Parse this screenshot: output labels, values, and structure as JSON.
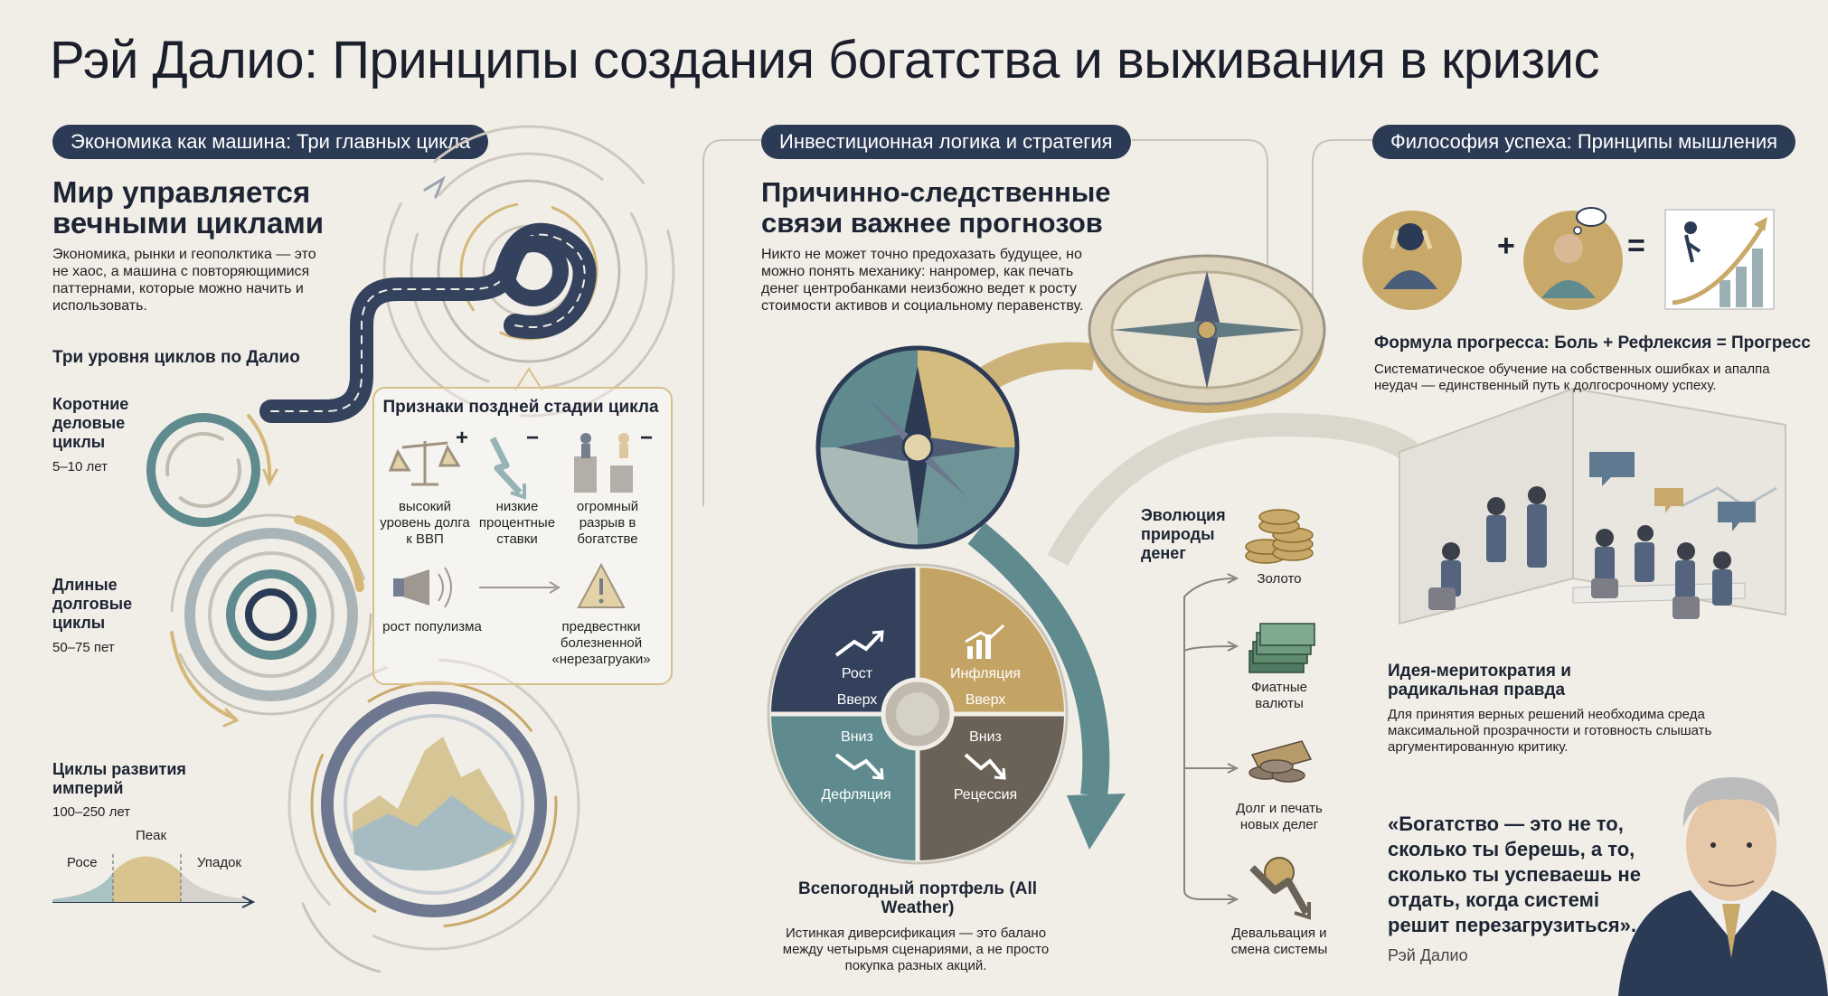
{
  "title": "Рэй Далио: Принципы создания богатства и выживания в кризис",
  "pills": {
    "economy": "Экономика как машина: Три главных цикла",
    "invest": "Инвестиционная логика и стратегия",
    "philosophy": "Философия успеха: Принципы мышления"
  },
  "left": {
    "heading": "Мир управляется вечными циклами",
    "body": "Экономика, рынки и геополктика — это не хаос, а машина с повторяющимися паттернами, которые можно начить и использовать.",
    "levels_title": "Три уровня циклов по Далио",
    "short_title": "Коротние деловые циклы",
    "short_years": "5–10 лет",
    "long_title": "Длиные долговые циклы",
    "long_years": "50–75 пет",
    "empire_title": "Циклы развития империй",
    "empire_years": "100–250 лет",
    "curve_peak": "Пеак",
    "curve_rise": "Росе",
    "curve_decline": "Упадок"
  },
  "signs": {
    "title": "Признаки поздней стадии цикла",
    "debt": "высокий уровень долга к ВВП",
    "rates": "низкие процентные ставки",
    "gap": "огромный разрыв в богатстве",
    "populism": "рост популизма",
    "reset": "предвестнки болезненной «нерезагруаки»",
    "plus": "+",
    "minus": "−"
  },
  "middle": {
    "heading": "Причинно-следственные свяэи важнее прогнозов",
    "body": "Никто не может точно предохазать будущее, но можно понять механику: нанромер, как печать денег центробанками неизбожно ведет к росту стоимости активов и социальному перавенству.",
    "quad_growth_1": "Рост",
    "quad_growth_2": "Вверх",
    "quad_infl_1": "Инфляция",
    "quad_infl_2": "Вверх",
    "quad_defl_1": "Вниз",
    "quad_defl_2": "Дефляция",
    "quad_rec_1": "Вниз",
    "quad_rec_2": "Рецессия",
    "portfolio_title": "Всепогодный портфель (All Weather)",
    "portfolio_body": "Истинкая диверсификация — это балано между четырьмя сценариями, а не просто покупка разных акций.",
    "money_title": "Эволюция природы денег",
    "money_gold": "Золото",
    "money_fiat": "Фиатные валюты",
    "money_debt": "Долг и печать новых делег",
    "money_deval": "Девальвация и смена системы"
  },
  "right": {
    "formula_title": "Формула прогресса: Боль + Рефлексия = Прогресс",
    "formula_body": "Систематическое обучение на собственных ошибках и апалпа неудач — единственный путь к долгосрочному успеху.",
    "plus": "+",
    "equals": "=",
    "merit_title": "Идея-меритократия и радикальная правда",
    "merit_body": "Для принятия верных решений необходима среда максимальной прозрачности и готовность слышать аргументированную критику.",
    "quote": "«Богатство — это не то, сколько ты берешь, а то, сколько ты успеваешь не отдать, когда системі решит перезагрузиться».",
    "author": "Рэй Далио"
  },
  "colors": {
    "navy": "#2b3a55",
    "gold": "#c9a96a",
    "teal": "#5f8b8e",
    "brown": "#6b6257",
    "bg": "#f1eee8"
  }
}
